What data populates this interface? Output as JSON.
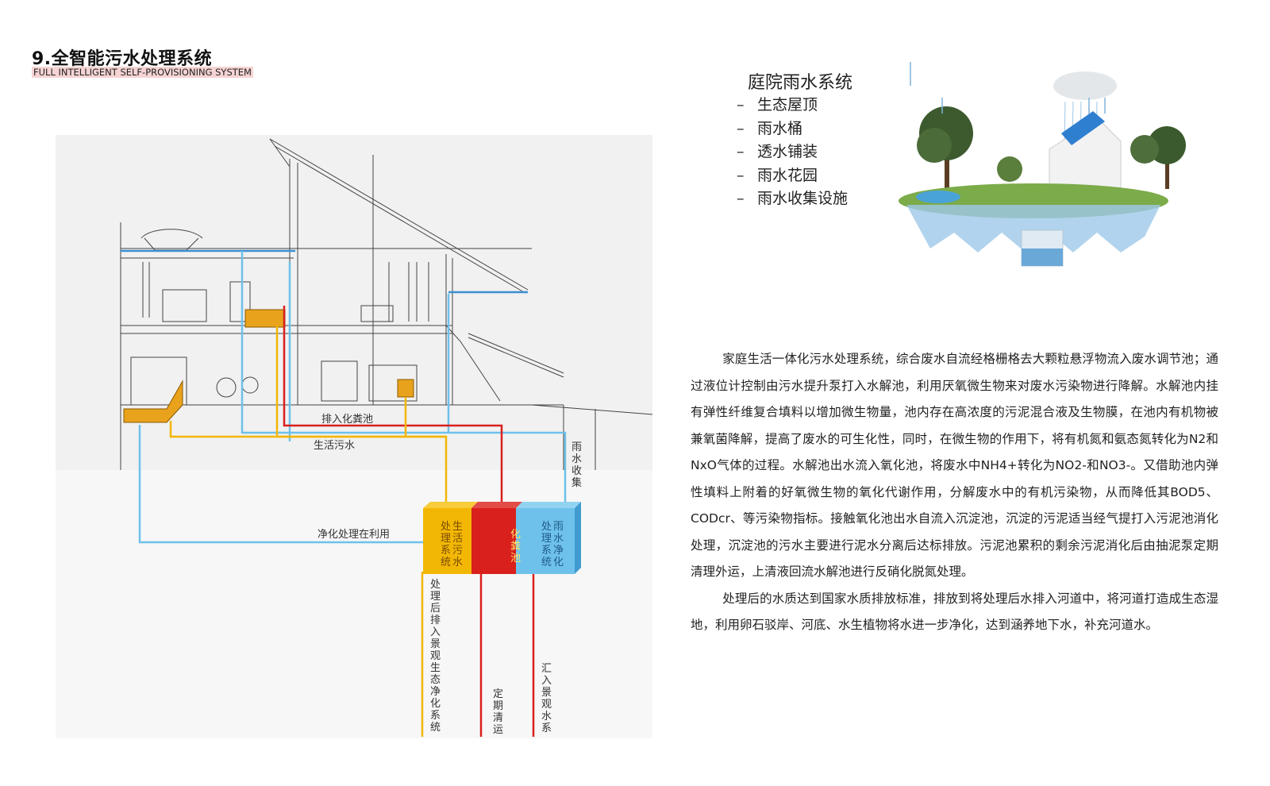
{
  "page": {
    "title": "9.全智能污水处理系统",
    "subtitle": "FULL INTELLIGENT SELF-PROVISIONING SYSTEM"
  },
  "diagram": {
    "labels": {
      "septic_inflow": "排入化粪池",
      "domestic_sewage": "生活污水",
      "rain_collect": "雨水收集",
      "reuse": "净化处理在利用",
      "after_treatment": "处理后排入景观生态净化系统",
      "periodic_clean": "定期清运",
      "into_landscape": "汇入景观水系"
    },
    "boxes": {
      "domestic": "生活污水处理系统",
      "septic": "化粪池",
      "rain": "雨水净化处理系统"
    },
    "colors": {
      "yellow": "#f2b705",
      "red": "#d9201c",
      "blue": "#6ec1ea",
      "orange": "#e8a21c"
    }
  },
  "rain_panel": {
    "title": "庭院雨水系统",
    "items": [
      "生态屋顶",
      "雨水桶",
      "透水铺装",
      "雨水花园",
      "雨水收集设施"
    ],
    "dash": "–"
  },
  "description": {
    "paragraphs": [
      "家庭生活一体化污水处理系统，综合废水自流经格栅格去大颗粒悬浮物流入废水调节池；通过液位计控制由污水提升泵打入水解池，利用厌氧微生物来对废水污染物进行降解。水解池内挂有弹性纤维复合填料以增加微生物量，池内存在高浓度的污泥混合液及生物膜，在池内有机物被兼氧菌降解，提高了废水的可生化性，同时，在微生物的作用下，将有机氮和氨态氮转化为N2和NxO气体的过程。水解池出水流入氧化池，将废水中NH4+转化为NO2-和NO3-。又借助池内弹性填料上附着的好氧微生物的氧化代谢作用，分解废水中的有机污染物，从而降低其BOD5、CODcr、等污染物指标。接触氧化池出水自流入沉淀池，沉淀的污泥适当经气提打入污泥池消化处理，沉淀池的污水主要进行泥水分离后达标排放。污泥池累积的剩余污泥消化后由抽泥泵定期清理外运，上清液回流水解池进行反硝化脱氮处理。",
      "处理后的水质达到国家水质排放标准，排放到将处理后水排入河道中，将河道打造成生态湿地，利用卵石驳岸、河底、水生植物将水进一步净化，达到涵养地下水，补充河道水。"
    ]
  }
}
